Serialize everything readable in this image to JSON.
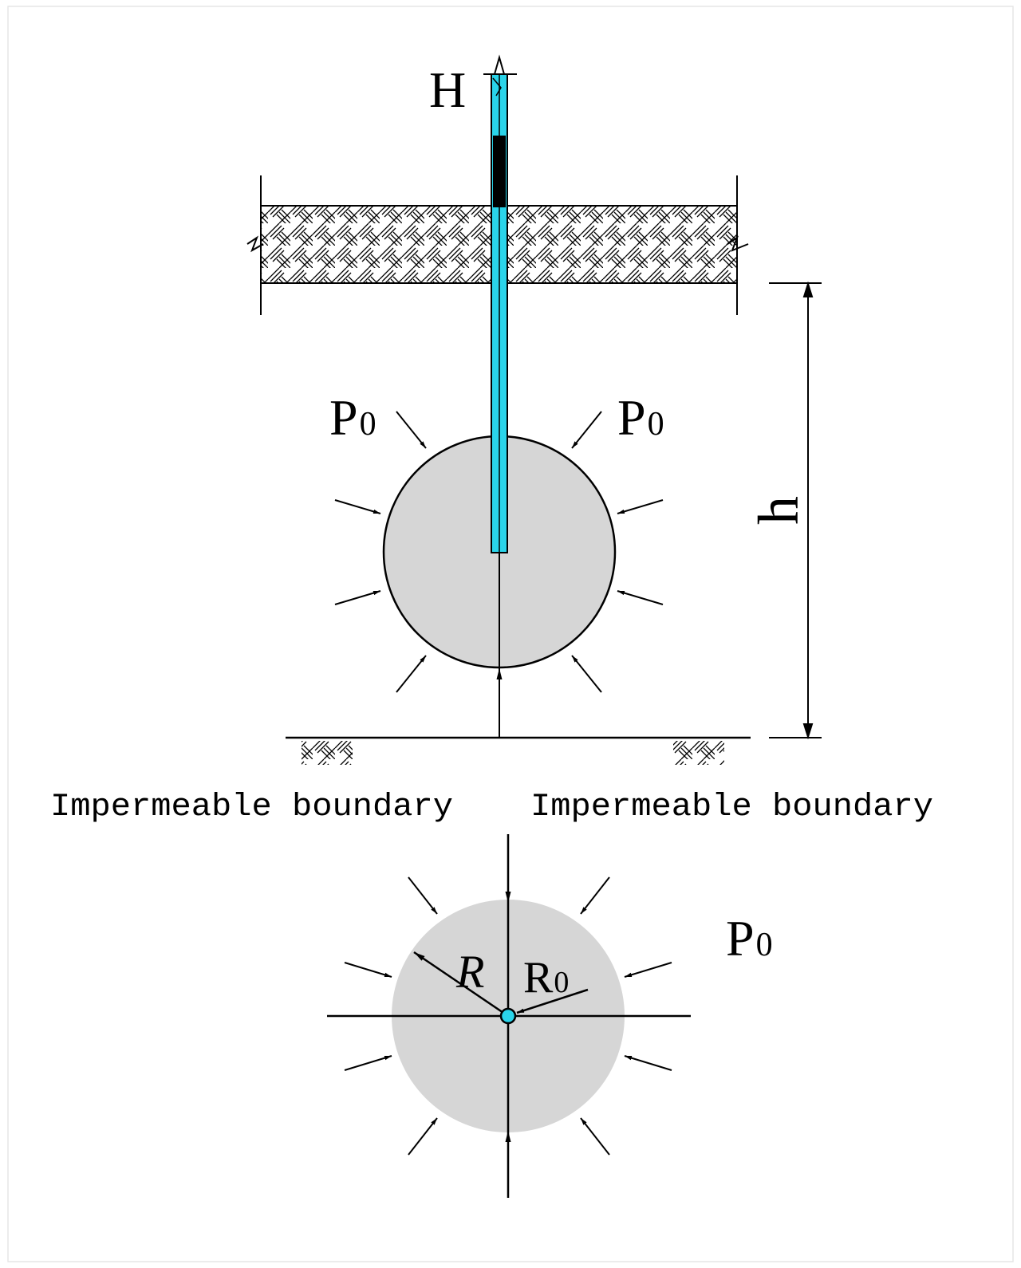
{
  "labels": {
    "head": "H",
    "pressure": "P",
    "pressure_sub": "0",
    "height": "h",
    "boundary_left": "Impermeable boundary",
    "boundary_right": "Impermeable boundary",
    "radius": "R",
    "radius0": "R",
    "radius0_sub": "0"
  },
  "colors": {
    "pipe": "#2ad4ea",
    "sphere_fill": "#d6d6d6",
    "line": "#000000"
  }
}
